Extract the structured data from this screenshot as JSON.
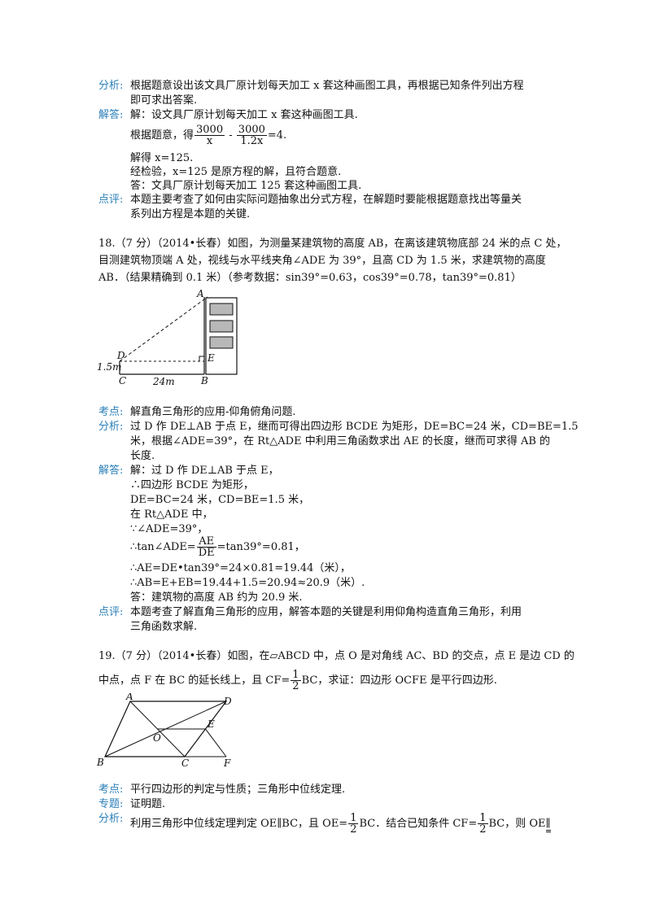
{
  "p17": {
    "fx_tag": "分析:",
    "fx_1": "根据题意设出该文具厂原计划每天加工 x 套这种画图工具，再根据已知条件列出方程",
    "fx_2": "即可求出答案.",
    "jd_tag": "解答:",
    "jd_1": "解：设文具厂原计划每天加工 x 套这种画图工具.",
    "eq_prefix": "根据题意，得",
    "eq_num1": "3000",
    "eq_den1": "x",
    "eq_minus": "-",
    "eq_num2": "3000",
    "eq_den2": "1.2x",
    "eq_suffix": "=4.",
    "jd_3": "解得  x=125.",
    "jd_4": "经检验，x=125 是原方程的解，且符合题意.",
    "jd_5": "答：文具厂原计划每天加工 125 套这种画图工具.",
    "dp_tag": "点评:",
    "dp_1": "本题主要考查了如何由实际问题抽象出分式方程，在解题时要能根据题意找出等量关",
    "dp_2": "系列出方程是本题的关键."
  },
  "p18": {
    "q_1": "18.（7 分）（2014•长春）如图，为测量某建筑物的高度 AB，在离该建筑物底部 24 米的点 C 处，",
    "q_2": "目测建筑物顶端 A 处，视线与水平线夹角∠ADE 为 39°，且高 CD 为 1.5 米，求建筑物的高度",
    "q_3": "AB．（结果精确到 0.1 米）（参考数据：sin39°=0.63，cos39°=0.78，tan39°=0.81）",
    "fig": {
      "A": "A",
      "B": "B",
      "C": "C",
      "D": "D",
      "E": "E",
      "h": "1.5m",
      "w": "24m"
    },
    "kd_tag": "考点:",
    "kd_1": "解直角三角形的应用-仰角俯角问题.",
    "fx_tag": "分析:",
    "fx_1": "过 D 作 DE⊥AB 于点 E，继而可得出四边形 BCDE 为矩形，DE=BC=24 米，CD=BE=1.5",
    "fx_2": "米，根据∠ADE=39°，在 Rt△ADE 中利用三角函数求出 AE 的长度，继而可求得 AB 的",
    "fx_3": "长度.",
    "jd_tag": "解答:",
    "jd_1": "解：过 D 作 DE⊥AB 于点 E，",
    "jd_2": "∴四边形 BCDE 为矩形，",
    "jd_3": "DE=BC=24 米，CD=BE=1.5 米，",
    "jd_4": "在 Rt△ADE 中，",
    "jd_5": "∵∠ADE=39°，",
    "jd_6_pre": "∴tan∠ADE=",
    "jd_6_num": "AE",
    "jd_6_den": "DE",
    "jd_6_post": "=tan39°=0.81，",
    "jd_7": "∴AE=DE•tan39°=24×0.81=19.44（米），",
    "jd_8": "∴AB=E+EB=19.44+1.5=20.94≈20.9（米）.",
    "jd_9": "答：建筑物的高度 AB 约为 20.9 米.",
    "dp_tag": "点评:",
    "dp_1": "本题考查了解直角三角形的应用，解答本题的关键是利用仰角构造直角三角形，利用",
    "dp_2": "三角函数求解."
  },
  "p19": {
    "q_1": "19.（7 分）（2014•长春）如图，在▱ABCD 中，点 O 是对角线 AC、BD 的交点，点 E 是边 CD 的",
    "q_2_pre": "中点，点 F 在 BC 的延长线上，且 CF=",
    "half_num": "1",
    "half_den": "2",
    "q_2_post": "BC，求证：四边形 OCFE 是平行四边形.",
    "fig": {
      "A": "A",
      "B": "B",
      "C": "C",
      "D": "D",
      "E": "E",
      "F": "F",
      "O": "O"
    },
    "kd_tag": "考点:",
    "kd_1": "平行四边形的判定与性质；三角形中位线定理.",
    "zt_tag": "专题:",
    "zt_1": "证明题.",
    "fx_tag": "分析:",
    "fx_pre": "利用三角形中位线定理判定 OE∥BC，且 OE=",
    "fx_mid": "BC．结合已知条件 CF=",
    "fx_post": "BC，则 OE",
    "fx_sym": "∥"
  }
}
